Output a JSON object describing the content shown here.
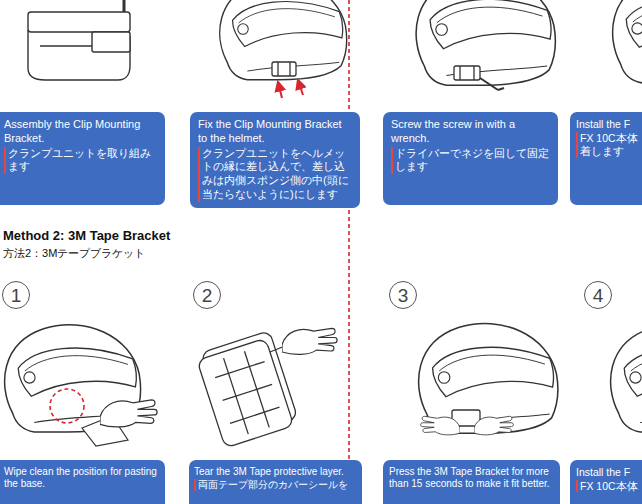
{
  "diagram": {
    "nodes": [
      {
        "text": [
          "Assembly the Clip Mounting Bracket.",
          "クランプユニットを取り組みます"
        ]
      },
      {
        "text": [
          "Fix the Clip Mounting Bracket  to the helmet.",
          "クランプユニットをヘルメットの縁に差し込んで、差し込みは内側スポンジ側の中(頭に当たらないように)にします"
        ]
      },
      {
        "text": [
          "Screw the screw in with a wrench.",
          "ドライバーでネジを回して固定します"
        ]
      },
      {
        "text": [
          "Install the F",
          "FX 10C本体 着します"
        ]
      },
      {
        "text": [
          "1"
        ]
      },
      {
        "text": [
          "Wipe clean the position for pasting the base."
        ]
      },
      {
        "text": [
          "2"
        ]
      },
      {
        "text": [
          "Tear the 3M Tape protective layer.",
          "両面テープ部分のカバーシールを"
        ]
      },
      {
        "text": [
          "3"
        ]
      },
      {
        "text": [
          "Press the 3M Tape Bracket for more than 15 seconds to make it fit better."
        ]
      },
      {
        "text": [
          "4"
        ]
      },
      {
        "text": [
          "Install the F",
          "FX 10C本体"
        ]
      }
    ],
    "labels": [
      "Method 2: 3M Tape Bracket",
      "方法2：3Mテープブラケット"
    ]
  }
}
